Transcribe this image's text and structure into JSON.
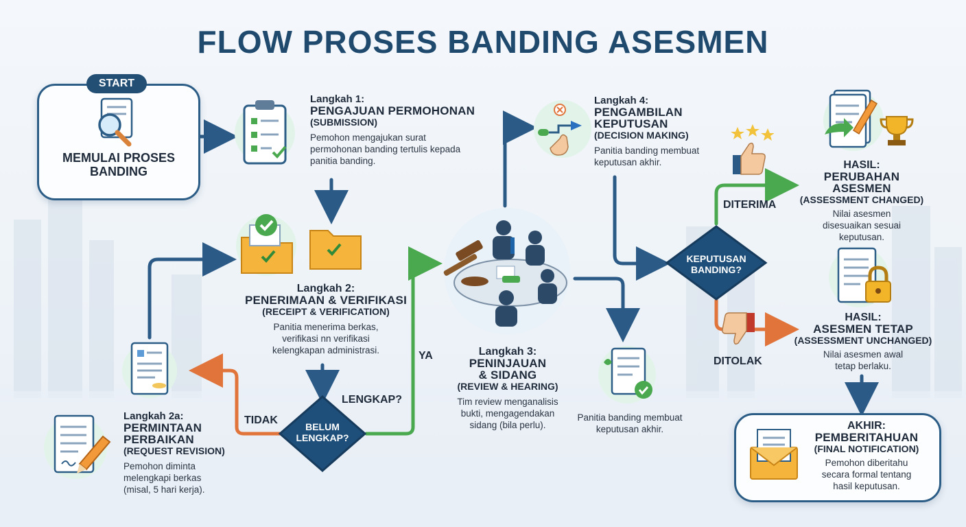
{
  "title": "FLOW PROSES BANDING ASESMEN",
  "start": {
    "pill": "START",
    "label": "MEMULAI PROSES BANDING"
  },
  "step1": {
    "label": "Langkah 1:",
    "heading": "PENGAJUAN PERMOHONAN",
    "sub": "(SUBMISSION)",
    "desc": "Pemohon mengajukan surat permohonan banding tertulis kepada panitia banding."
  },
  "step2": {
    "label": "Langkah 2:",
    "heading": "PENERIMAAN & VERIFIKASI",
    "sub": "(RECEIPT & VERIFICATION)",
    "desc": "Panitia menerima berkas, verifikasi nn verifikasi kelengkapan administrasi."
  },
  "step2a": {
    "label": "Langkah 2a:",
    "heading_line1": "PERMINTAAN",
    "heading_line2": "PERBAIKAN",
    "sub": "(REQUEST REVISION)",
    "desc": "Pemohon diminta melengkapi berkas (misal, 5 hari kerja)."
  },
  "decision1": {
    "line1": "BELUM",
    "line2": "LENGKAP?",
    "question": "LENGKAP?",
    "yes": "YA",
    "no": "TIDAK"
  },
  "step3": {
    "label": "Langkah 3:",
    "heading_line1": "PENINJAUAN",
    "heading_line2": "& SIDANG",
    "sub": "(REVIEW & HEARING)",
    "desc": "Tim review menganalisis bukti, mengagendakan sidang (bila perlu)."
  },
  "side_note": {
    "desc": "Panitia banding membuat keputusan akhir."
  },
  "step4": {
    "label": "Langkah 4:",
    "heading_line1": "PENGAMBILAN",
    "heading_line2": "KEPUTUSAN",
    "sub": "(DECISION MAKING)",
    "desc": "Panitia banding membuat keputusan akhir."
  },
  "decision2": {
    "line1": "KEPUTUSAN",
    "line2": "BANDING?",
    "accepted": "DITERIMA",
    "rejected": "DITOLAK"
  },
  "result_changed": {
    "label": "HASIL:",
    "heading_line1": "PERUBAHAN",
    "heading_line2": "ASESMEN",
    "sub": "(ASSESSMENT CHANGED)",
    "desc": "Nilai asesmen disesuaikan sesuai keputusan."
  },
  "result_unchanged": {
    "label": "HASIL:",
    "heading": "ASESMEN TETAP",
    "sub": "(ASSESSMENT UNCHANGED)",
    "desc": "Nilai asesmen awal tetap berlaku."
  },
  "end": {
    "label": "AKHIR:",
    "heading": "PEMBERITAHUAN",
    "sub": "(FINAL NOTIFICATION)",
    "desc": "Pemohon diberitahu secara formal tentang hasil keputusan."
  },
  "colors": {
    "navy": "#1f4a6e",
    "arrow_blue": "#2a5a85",
    "arrow_green": "#4aa84e",
    "arrow_orange": "#e0743a",
    "diamond": "#1e4f7a"
  },
  "icons": [
    "search-document-icon",
    "clipboard-checklist-icon",
    "folder-check-icon",
    "gavel-meeting-icon",
    "decision-flow-icon",
    "thumbs-up-icon",
    "thumbs-down-icon",
    "trophy-icon",
    "lock-document-icon",
    "envelope-icon",
    "pencil-document-icon"
  ]
}
